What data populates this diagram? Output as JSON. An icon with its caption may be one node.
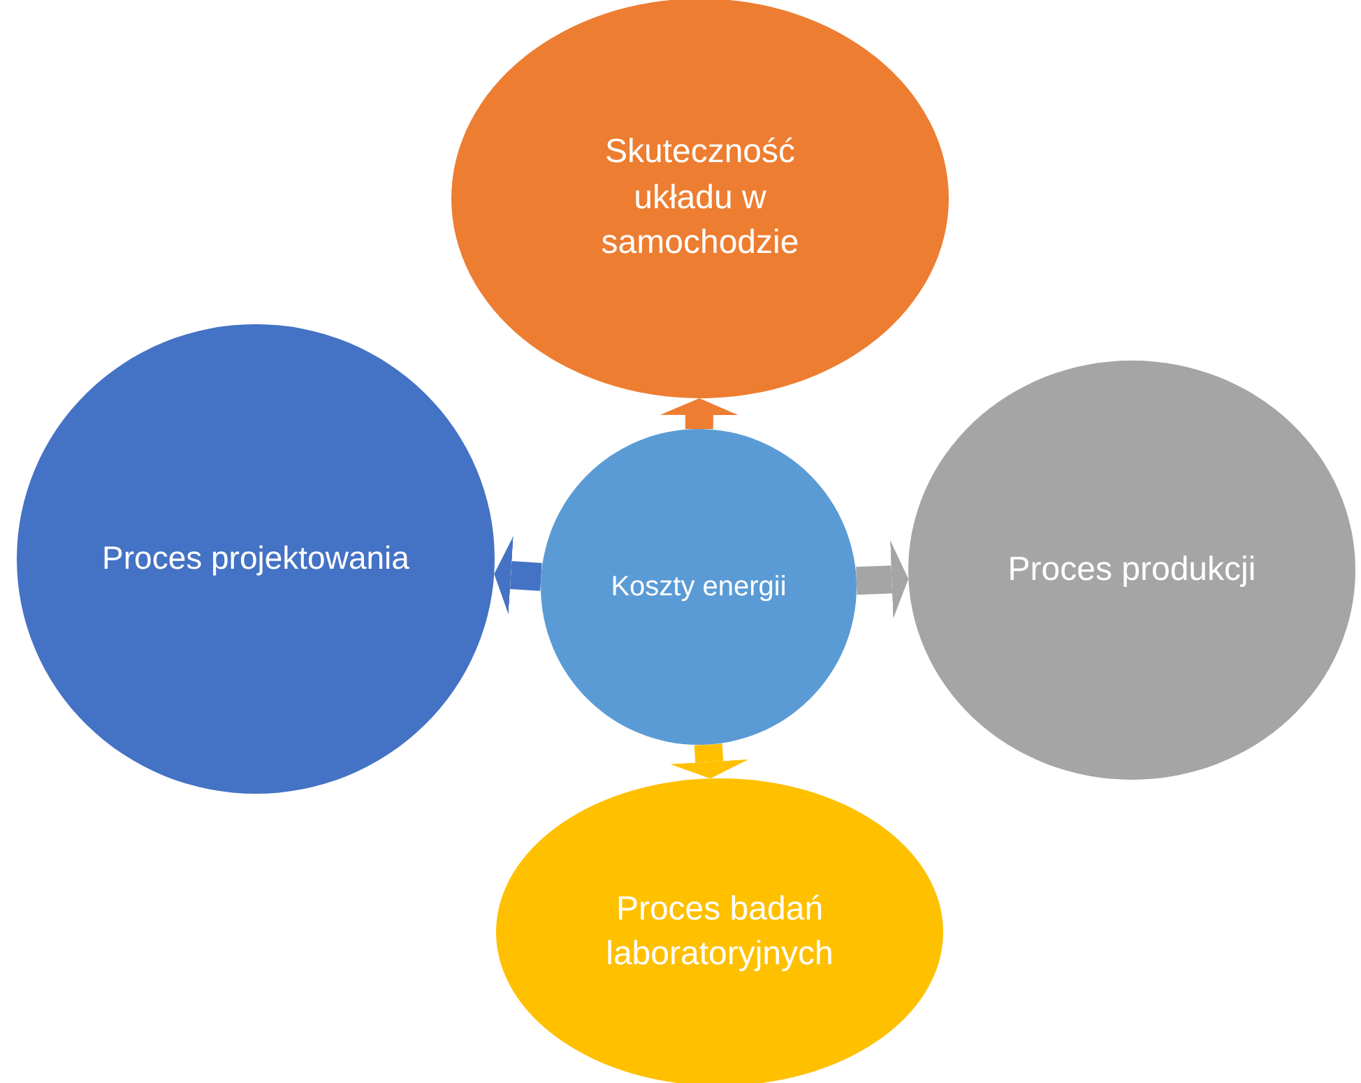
{
  "diagram": {
    "nodes": [
      {
        "text": [
          "Koszty energii"
        ]
      },
      {
        "text": [
          "Skuteczność układu w samochodzie"
        ]
      },
      {
        "text": [
          "Proces projektowania"
        ]
      },
      {
        "text": [
          "Proces produkcji"
        ]
      },
      {
        "text": [
          "Proces badań laboratoryjnych"
        ]
      }
    ],
    "edges": [
      {
        "from": 0,
        "to": 1,
        "arrow": "to",
        "color": "#ed7d31"
      },
      {
        "from": 0,
        "to": 2,
        "arrow": "to",
        "color": "#4472c4"
      },
      {
        "from": 0,
        "to": 3,
        "arrow": "to",
        "color": "#a5a5a5"
      },
      {
        "from": 0,
        "to": 4,
        "arrow": "to",
        "color": "#ffc000"
      }
    ]
  }
}
